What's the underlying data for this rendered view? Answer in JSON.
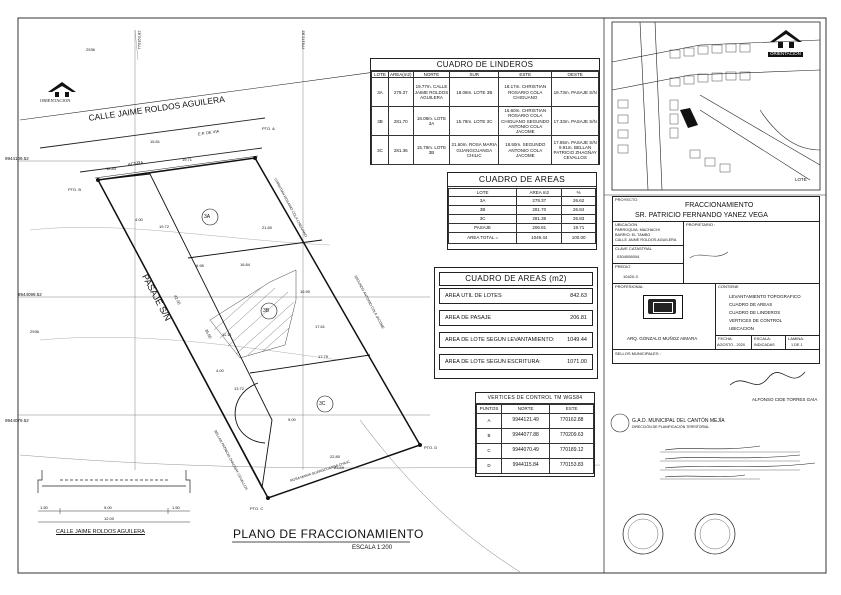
{
  "plan": {
    "title": "PLANO DE FRACCIONAMIENTO",
    "scale": "ESCALA 1:200",
    "street_top": "CALLE JAIME ROLDOS AGUILERA",
    "street_bottom": "CALLE JAIME ROLDOS AGUILERA",
    "passage": "PASAJE S/N",
    "via_label": "E.P. DE VIA",
    "acera": "ACERA",
    "orientacion": "ORIENTACION",
    "coords": [
      "9944109.52",
      "9944099.52",
      "9944079.52",
      "2936",
      "2936"
    ],
    "top_coords": [
      "2936",
      "770163.82",
      "770172.82"
    ],
    "lots": [
      "3A",
      "3B",
      "3C"
    ],
    "points": [
      "PTO. A",
      "PTO. B",
      "PTO. C",
      "PTO. D"
    ],
    "neighbors": [
      "CHRISTIAN ROSARIO COLA CHIGUANO",
      "SEGUNDO ANTONIO COLA JACOME",
      "BELLAN PATRICIO ZHAGÑAY CEVALLOS",
      "ROSA MARIA GUANGCUANGA CHILIC"
    ],
    "dimensions": [
      "18.84",
      "19.71",
      "15.81",
      "4.00",
      "19.72",
      "6.98",
      "16.84",
      "16.90",
      "21.60",
      "11.11",
      "17.61",
      "17.79",
      "13.72",
      "9.00",
      "22.80",
      "23.69",
      "4.00",
      "42.00",
      "35.60"
    ],
    "section": {
      "left": "1.50",
      "mid": "9.00",
      "right": "1.50",
      "total": "12.00"
    }
  },
  "linderos": {
    "title": "CUADRO DE LINDEROS",
    "headers": [
      "LOTE",
      "AREA(m2)",
      "NORTE",
      "SUR",
      "ESTE",
      "OESTE"
    ],
    "rows": [
      [
        "3A",
        "279.37",
        "19.77m. CALLE JAIME ROLDOS AGUILERA",
        "18.08m. LOTE 3B",
        "18.17m. CHRISTIAN ROSARIO COLA CHIGUANO",
        "18.73m. PASAJE S/N"
      ],
      [
        "3B",
        "281.70",
        "18.08m. LOTE 3A",
        "15.78m. LOTE 3C",
        "16.60m. CHRISTIAN ROSARIO COLA CHIGUANO SEGUNDO ANTONIO COLA JACOME",
        "17.33m. PASAJE S/N"
      ],
      [
        "3C",
        "281.36",
        "15.78m. LOTE 3B",
        "21.60m. ROSA MARIA GUANGCUANGA CHILIC",
        "18.50m. SEGUNDO ANTONIO COLA JACOME",
        "17.85m. PASAJE S/N 9.91m. BELLAN PATRICIO ZHAGÑAY CEVALLOS"
      ]
    ]
  },
  "areas_small": {
    "title": "CUADRO DE AREAS",
    "headers": [
      "LOTE",
      "AREA m2",
      "%"
    ],
    "rows": [
      [
        "3A",
        "279.37",
        "26.62"
      ],
      [
        "3B",
        "281.70",
        "26.84"
      ],
      [
        "3C",
        "281.36",
        "26.83"
      ],
      [
        "PASAJE",
        "206.81",
        "19.71"
      ],
      [
        "AREA TOTAL =",
        "1049.44",
        "100.00"
      ]
    ]
  },
  "areas_m2": {
    "title": "CUADRO DE AREAS (m2)",
    "rows": [
      {
        "label": "AREA UTIL DE LOTES",
        "value": "842.63"
      },
      {
        "label": "AREA DE PASAJE",
        "value": "206.81"
      },
      {
        "label": "AREA DE LOTE SEGUN LEVANTAMIENTO:",
        "value": "1049.44"
      },
      {
        "label": "AREA DE LOTE SEGUN ESCRITURA:",
        "value": "1071.00"
      }
    ]
  },
  "vertices": {
    "title": "VERTICES DE CONTROL TM WGS84",
    "headers": [
      "PUNTOS",
      "NORTE",
      "ESTE"
    ],
    "rows": [
      [
        "A",
        "9944121.49",
        "770162.88"
      ],
      [
        "B",
        "9944077.88",
        "770209.63"
      ],
      [
        "C",
        "9944070.49",
        "770189.12"
      ],
      [
        "D",
        "9944115.84",
        "770153.83"
      ]
    ]
  },
  "map": {
    "orientacion": "ORIENTACION",
    "lote": "LOTE"
  },
  "title_block": {
    "proyecto_label": "PROYECTO",
    "project_title": "FRACCIONAMIENTO",
    "owner": "SR. PATRICIO FERNANDO YANEZ VEGA",
    "ubicacion_label": "UBICACION",
    "ubicacion_lines": [
      "PARROQUIA: MACHACHI",
      "BARRIO: EL TAMBO",
      "CALLE JAIME ROLDOS AGUILERA"
    ],
    "propietario_label": "PROPIETARIO :",
    "clave_label": "CLAVE CATASTRAL",
    "clave_value": "0304006004",
    "predio_label": "PREDIO",
    "predio_value": "10420-3",
    "profesional_label": "PROFESIONAL",
    "contiene_label": "CONTIENE",
    "contents": [
      "LEVANTAMIENTO TOPOGRAFICO",
      "CUADRO DE AREAS",
      "CUADRO DE LINDEROS",
      "VERTICES DE CONTROL",
      "UBICACION"
    ],
    "engineer": "ARQ. GONZALO MUÑOZ AIMARA",
    "fecha_label": "FECHA:",
    "fecha_value": "AGOSTO - 2020",
    "escala_label": "ESCALA:",
    "escala_value": "INDICADAS",
    "lamina_label": "LAMINA:",
    "lamina_value": "1 DE 1",
    "sellos_label": "SELLOS MUNICIPALES :",
    "stamp_lines": [
      "G.A.D. MUNICIPAL DEL CANTÓN MEJÍA",
      "DIRECCIÓN DE PLANIFICACIÓN TERRITORIAL"
    ],
    "approval_name": "ALFONSO CIDE TORRES GAIA"
  }
}
